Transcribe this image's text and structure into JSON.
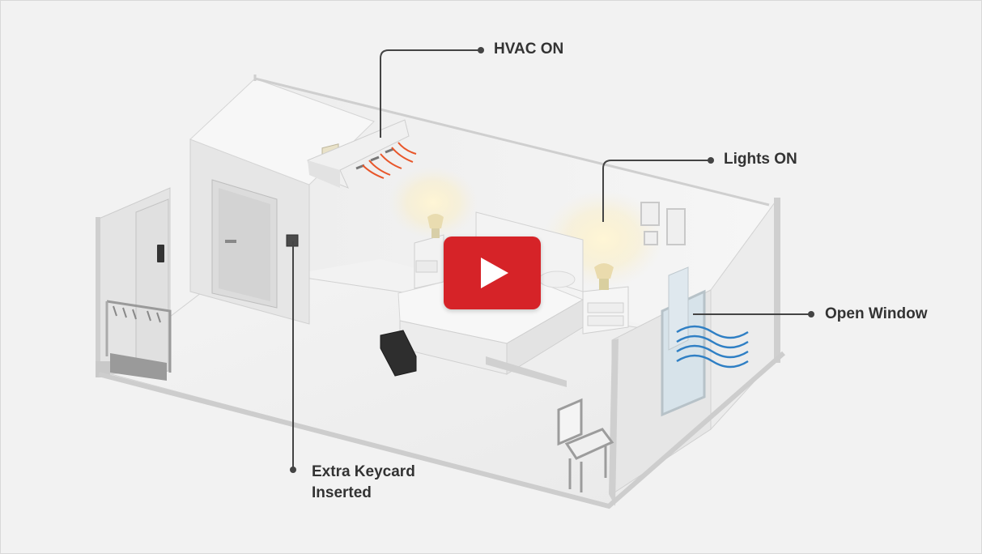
{
  "video": {
    "play_icon": "play-icon",
    "play_button_color": "#d62328"
  },
  "callouts": {
    "hvac": "HVAC ON",
    "lights": "Lights ON",
    "window": "Open Window",
    "keycard_line1": "Extra Keycard",
    "keycard_line2": "Inserted"
  },
  "colors": {
    "background": "#f2f2f2",
    "callout_text": "#333333",
    "leader_line": "#444444",
    "hvac_airflow": "#e8562a",
    "window_airflow": "#2f7fc4"
  }
}
